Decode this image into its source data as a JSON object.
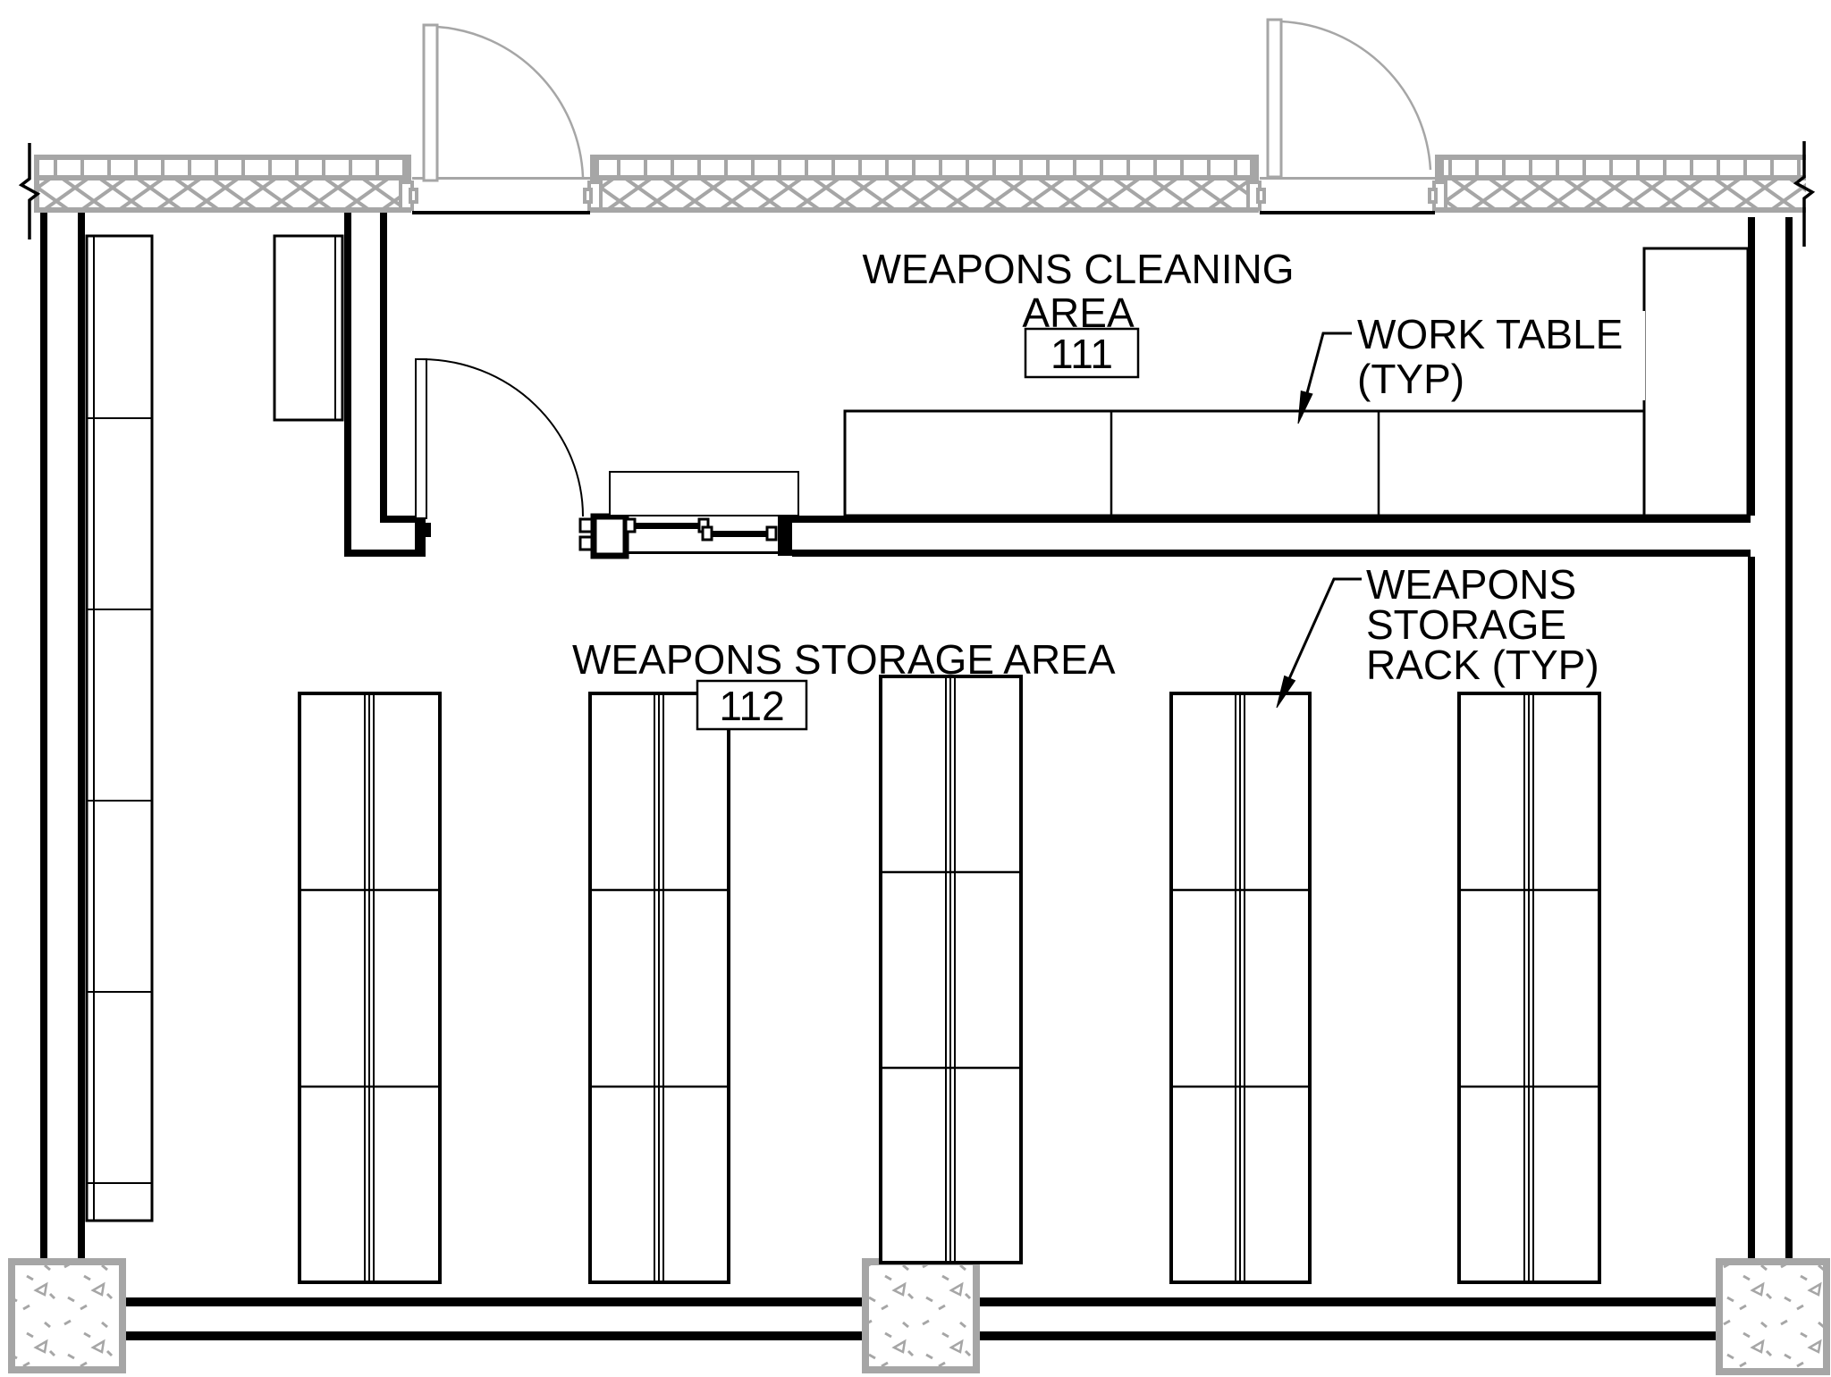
{
  "drawing": {
    "background": "#ffffff",
    "line_color": "#000000",
    "gray_color": "#a6a6a6",
    "rooms": [
      {
        "id": "weapons-cleaning-area",
        "name_lines": [
          "WEAPONS CLEANING",
          "AREA"
        ],
        "number": "111"
      },
      {
        "id": "weapons-storage-area",
        "name_lines": [
          "WEAPONS STORAGE AREA"
        ],
        "number": "112"
      }
    ],
    "callouts": [
      {
        "id": "work-table",
        "lines": [
          "WORK TABLE",
          "(TYP)"
        ]
      },
      {
        "id": "weapons-storage-rack",
        "lines": [
          "WEAPONS",
          "STORAGE",
          "RACK (TYP)"
        ]
      }
    ]
  }
}
